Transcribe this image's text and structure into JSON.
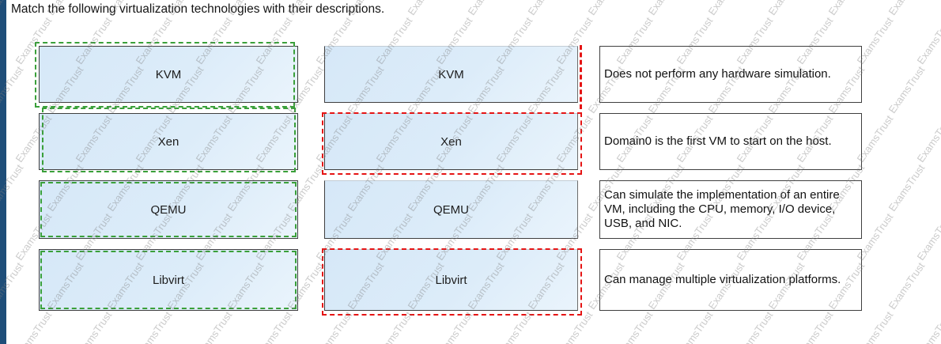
{
  "question": "Match the following virtualization technologies with their descriptions.",
  "watermark": {
    "text": "ExamsTrust"
  },
  "columns": {
    "answers": {
      "items": [
        {
          "label": "KVM"
        },
        {
          "label": "Xen"
        },
        {
          "label": "QEMU"
        },
        {
          "label": "Libvirt"
        }
      ]
    },
    "targets": {
      "items": [
        {
          "label": "KVM"
        },
        {
          "label": "Xen"
        },
        {
          "label": "QEMU"
        },
        {
          "label": "Libvirt"
        }
      ]
    },
    "descriptions": {
      "items": [
        {
          "text": "Does not perform any hardware simulation."
        },
        {
          "text": "Domain0 is the first VM to start on the host."
        },
        {
          "text": "Can simulate the implementation of an entire VM, including the CPU, memory, I/O device, USB, and NIC."
        },
        {
          "text": "Can manage multiple virtualization platforms."
        }
      ]
    }
  },
  "colors": {
    "accent_bar": "#1f4e79",
    "box_fill": "#d9eaf8",
    "green_indicator": "#3aa03a",
    "red_indicator": "#e51414",
    "watermark_gray": "#7d7d7d"
  }
}
